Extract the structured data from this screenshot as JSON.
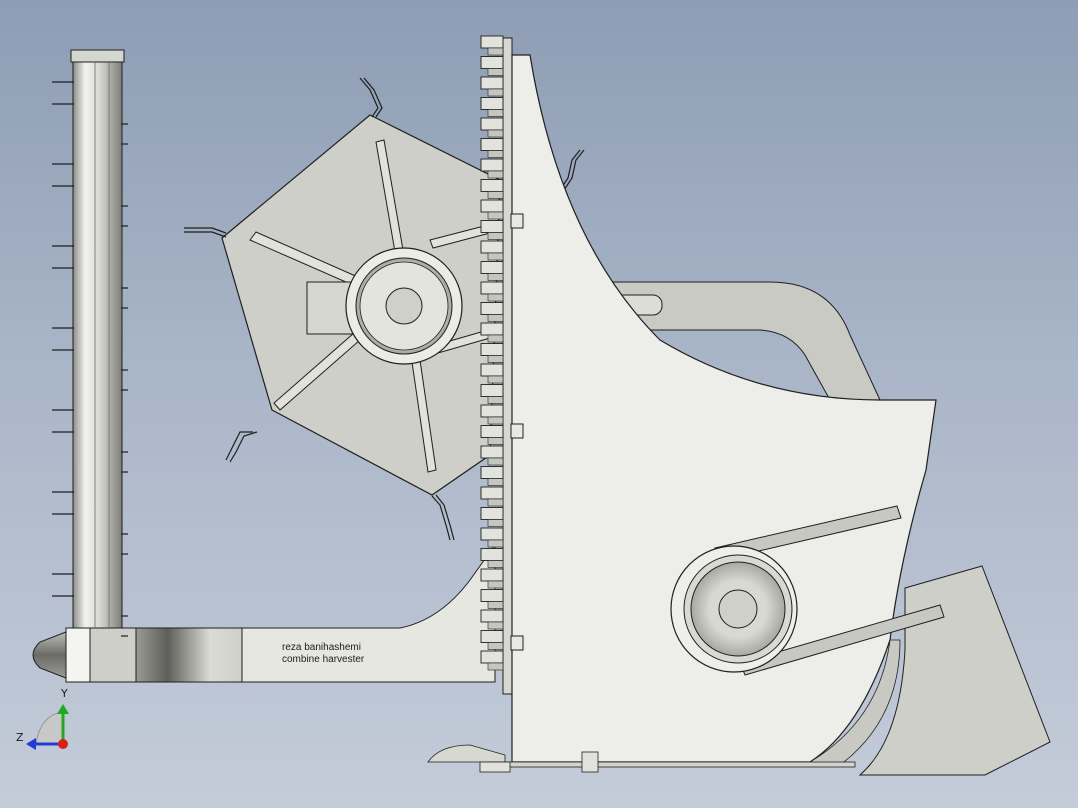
{
  "model": {
    "caption_line1": "reza banihashemi",
    "caption_line2": "combine harvester"
  },
  "triad": {
    "y_label": "Y",
    "z_label": "Z",
    "colors": {
      "y": "#1faa1f",
      "z": "#1f3cd6",
      "x": "#e01b1b"
    }
  },
  "colors": {
    "background_top": "#8e9db4",
    "background_bottom": "#c4ccd9",
    "part_fill": "#e9e9e4",
    "part_shadow": "#c9c9c2",
    "edge": "#1e1e1e"
  }
}
